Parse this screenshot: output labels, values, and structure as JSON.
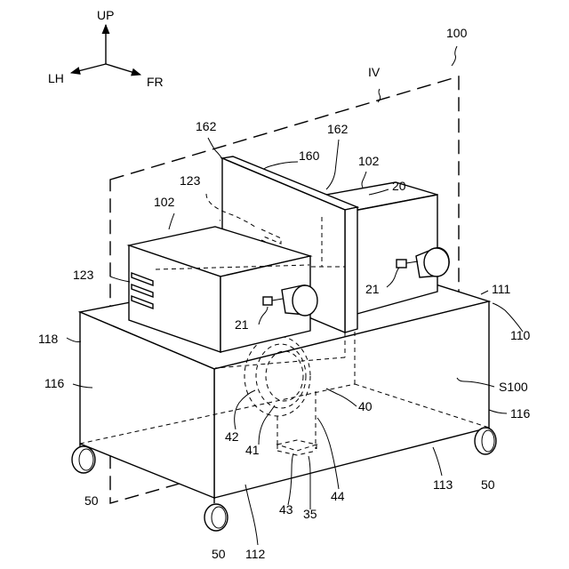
{
  "axes": {
    "up": "UP",
    "left": "LH",
    "front": "FR"
  },
  "labels": {
    "iv": "IV",
    "n100": "100",
    "n162a": "162",
    "n162b": "162",
    "n160": "160",
    "n102_right": "102",
    "n20": "20",
    "n123_top": "123",
    "n102_left": "102",
    "n123_left": "123",
    "n21_left": "21",
    "n21_right": "21",
    "n111": "111",
    "n110": "110",
    "n118": "118",
    "n116_left": "116",
    "n116_right": "116",
    "s100": "S100",
    "n40": "40",
    "n42": "42",
    "n41": "41",
    "n44": "44",
    "n43": "43",
    "n35": "35",
    "n113": "113",
    "n112": "112",
    "n50_left": "50",
    "n50_bottom": "50",
    "n50_right": "50"
  }
}
